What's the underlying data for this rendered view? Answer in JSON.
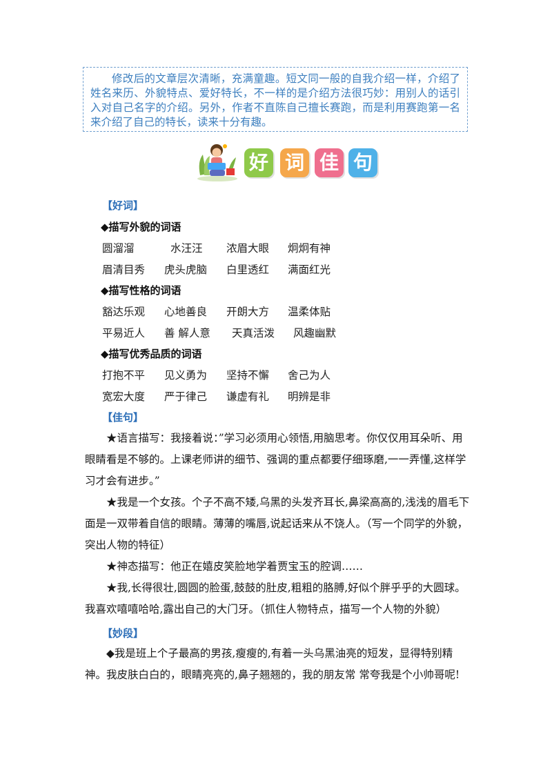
{
  "commentary": "修改后的文章层次清晰，充满童趣。短文同一般的自我介绍一样，介绍了姓名来历、外貌特点、爱好特长，不一样的是介绍方法很巧妙：用别人的话引入对自己名字的介绍。另外，作者不直陈自己擅长赛跑，而是利用赛跑第一名来介绍了自己的特长，读来十分有趣。",
  "banner": {
    "tiles": [
      "好",
      "词",
      "佳",
      "句"
    ],
    "colors": [
      "#8fc94a",
      "#f5a74b",
      "#ef6f8e",
      "#4fb1e8"
    ]
  },
  "good_words": {
    "title": "【好词】",
    "groups": [
      {
        "heading": "◆描写外貌的词语",
        "rows": [
          [
            "圆溜溜",
            "水汪汪",
            "浓眉大眼",
            "炯炯有神"
          ],
          [
            "眉清目秀",
            "虎头虎脑",
            "白里透红",
            "满面红光"
          ]
        ]
      },
      {
        "heading": "◆描写性格的词语",
        "rows": [
          [
            "豁达乐观",
            "心地善良",
            "开朗大方",
            "温柔体贴"
          ],
          [
            "平易近人",
            "善 解人意",
            "天真活泼",
            "风趣幽默"
          ]
        ]
      },
      {
        "heading": "◆描写优秀品质的词语",
        "rows": [
          [
            "打抱不平",
            "见义勇为",
            "坚持不懈",
            "舍己为人"
          ],
          [
            "宽宏大度",
            "严于律己",
            "谦虚有礼",
            "明辨是非"
          ]
        ]
      }
    ]
  },
  "good_sentences": {
    "title": "【佳句】",
    "items": [
      "★语言描写：我接着说：”学习必须用心领悟,用脑思考。你仅仅用耳朵听、用眼睛看是不够的。上课老师讲的细节、强调的重点都要仔细琢磨,一一弄懂,这样学习才会有进步。”",
      "★我是一个女孩。个子不高不矮,乌黑的头发齐耳长,鼻梁高高的,浅浅的眉毛下面是一双带着自信的眼睛。薄薄的嘴唇,说起话来从不饶人。（写一个同学的外貌，突出人物的特征）",
      "★神态描写：他正在嬉皮笑脸地学着贾宝玉的腔调……",
      "★我,长得很壮,圆圆的脸蛋,鼓鼓的肚皮,粗粗的胳膊,好似个胖乎乎的大圆球。我喜欢嘻嘻哈哈,露出自己的大门牙。（抓住人物特点，描写一个人物的外貌）"
    ]
  },
  "good_paragraphs": {
    "title": "【妙段】",
    "items": [
      "◆我是班上个子最高的男孩,瘦瘦的,有着一头乌黑油亮的短发，显得特别精神。我皮肤白白的，眼睛亮亮的,鼻子翘翘的，我的朋友常 常夸我是个小帅哥呢!"
    ]
  }
}
